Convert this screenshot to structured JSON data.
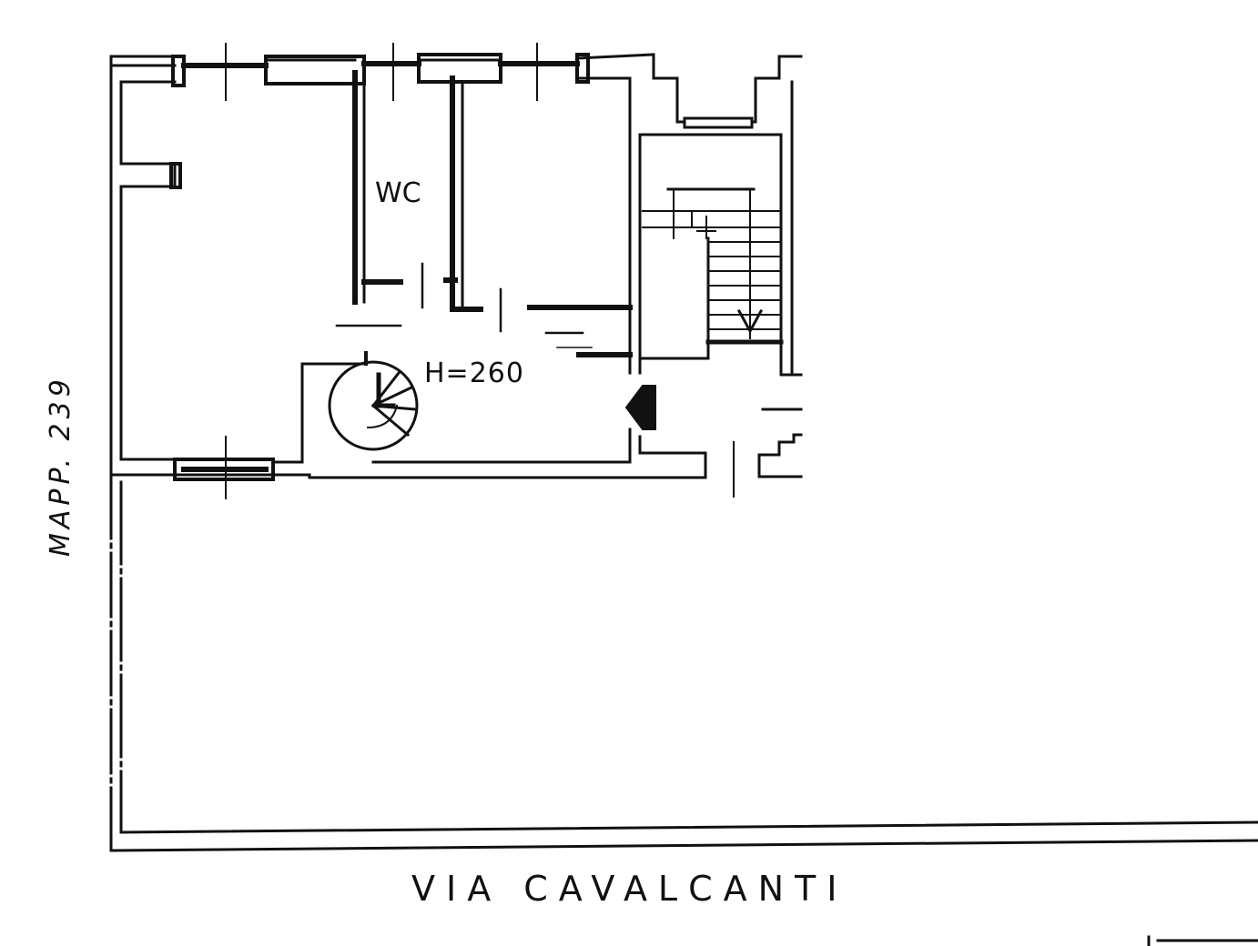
{
  "labels": {
    "wc": "WC",
    "height": "H=260",
    "street": "VIA CAVALCANTI",
    "parcel": "MAPP. 239"
  },
  "colors": {
    "ink": "#111111",
    "paper": "#ffffff"
  },
  "icons": {
    "entrance": "entrance-arrow-icon",
    "spiral_stair": "spiral-staircase-icon",
    "stairwell": "stairwell-icon"
  }
}
